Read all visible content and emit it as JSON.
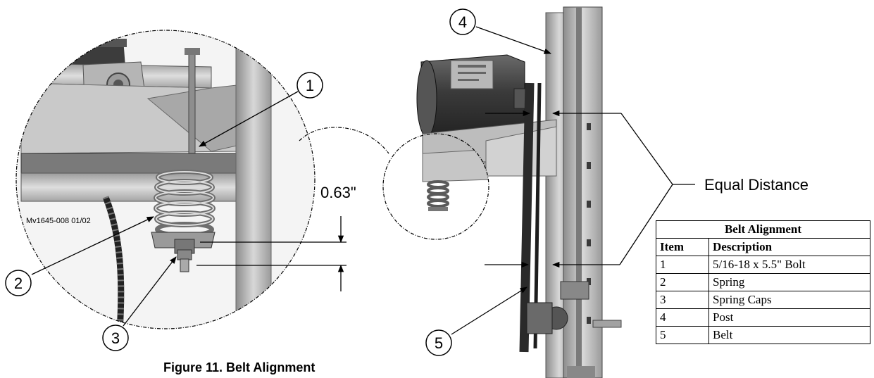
{
  "callouts": [
    "1",
    "2",
    "3",
    "4",
    "5"
  ],
  "dimension_label": "0.63\"",
  "equal_distance_label": "Equal Distance",
  "photo_stamp": "Mv1645-008 01/02",
  "caption": "Figure 11. Belt Alignment",
  "table": {
    "title": "Belt Alignment",
    "headers": [
      "Item",
      "Description"
    ],
    "rows": [
      [
        "1",
        "5/16-18 x 5.5\" Bolt"
      ],
      [
        "2",
        "Spring"
      ],
      [
        "3",
        "Spring Caps"
      ],
      [
        "4",
        "Post"
      ],
      [
        "5",
        "Belt"
      ]
    ]
  }
}
